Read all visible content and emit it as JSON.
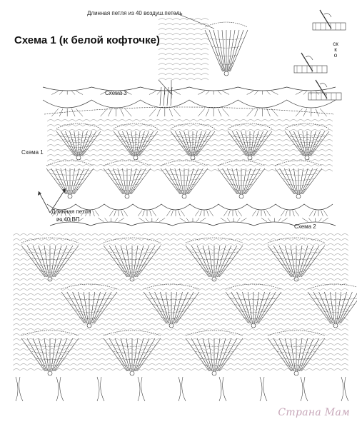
{
  "title": "Схема 1 (к белой кофточке)",
  "top_note": "Длинная петля из 40 воздуш.петель",
  "labels": {
    "scheme3": "Схема 3",
    "scheme1": "Схема 1",
    "scheme2": "Схема 2",
    "loop_note_line1": "Длинная петля",
    "loop_note_line2": "из 40 ВП"
  },
  "side_abbr": "скко",
  "watermark": "Страна Мам",
  "colors": {
    "ink": "#333333",
    "watermark": "#c7a7b9",
    "paper": "#ffffff"
  }
}
